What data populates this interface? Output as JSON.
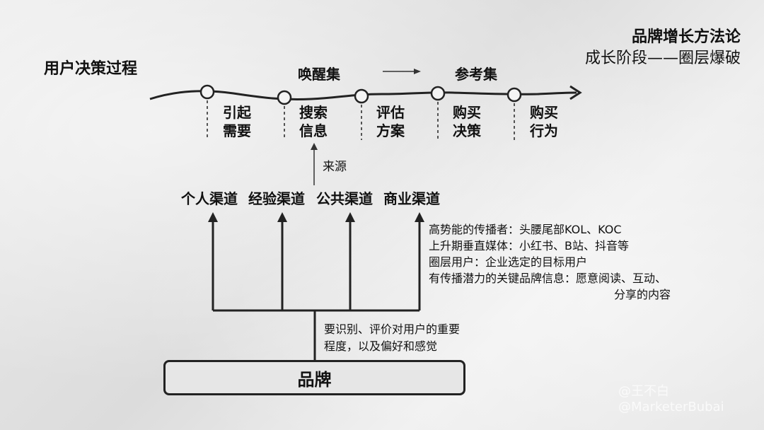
{
  "header": {
    "title": "品牌增长方法论",
    "subtitle": "成长阶段——圈层爆破"
  },
  "process": {
    "label": "用户决策过程",
    "awaken_set": "唤醒集",
    "reference_set": "参考集",
    "steps": [
      {
        "line1": "引起",
        "line2": "需要"
      },
      {
        "line1": "搜索",
        "line2": "信息"
      },
      {
        "line1": "评估",
        "line2": "方案"
      },
      {
        "line1": "购买",
        "line2": "决策"
      },
      {
        "line1": "购买",
        "line2": "行为"
      }
    ]
  },
  "source_label": "来源",
  "channels": [
    "个人渠道",
    "经验渠道",
    "公共渠道",
    "商业渠道"
  ],
  "notes": [
    "高势能的传播者：头腰尾部KOL、KOC",
    "上升期垂直媒体：小红书、B站、抖音等",
    "圈层用户：企业选定的目标用户",
    "有传播潜力的关键品牌信息：愿意阅读、互动、",
    "分享的内容"
  ],
  "brand_note": {
    "line1": "要识别、评价对用户的重要",
    "line2": "程度，以及偏好和感觉"
  },
  "brand": "品牌",
  "watermark": {
    "line1": "@王不白",
    "line2": "@MarketerBubai"
  }
}
